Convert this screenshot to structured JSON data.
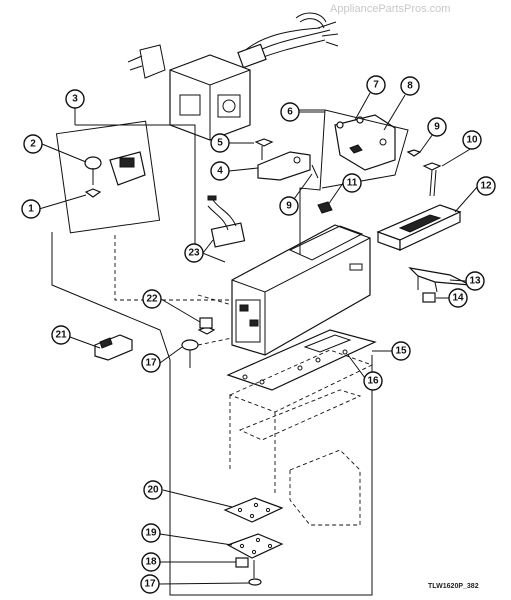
{
  "watermark": "AppliancePartsPros.com",
  "drawing_code": "TLW1620P_382",
  "callouts": [
    "1",
    "2",
    "3",
    "4",
    "5",
    "6",
    "7",
    "8",
    "9",
    "9",
    "10",
    "11",
    "12",
    "13",
    "14",
    "15",
    "16",
    "17",
    "17",
    "18",
    "19",
    "20",
    "21",
    "22",
    "23"
  ]
}
